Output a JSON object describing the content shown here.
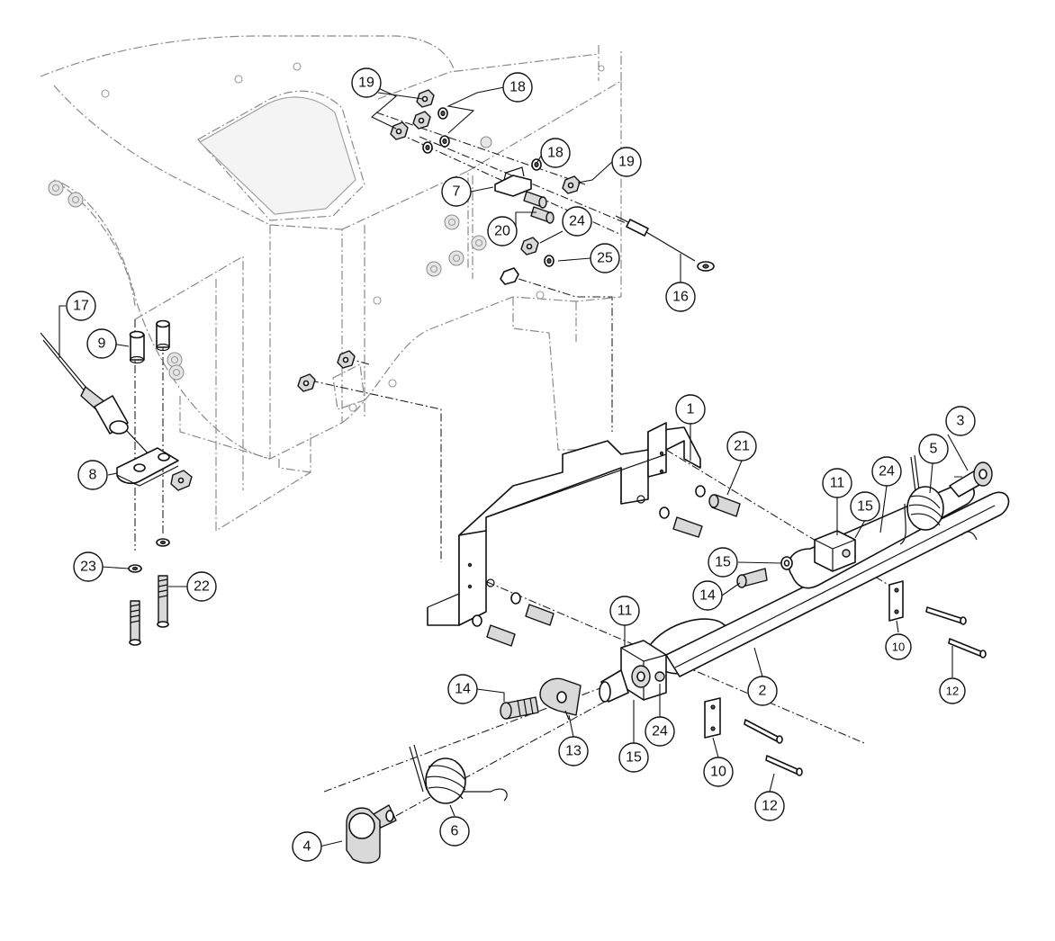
{
  "diagram": {
    "callouts": {
      "c1": "1",
      "c2": "2",
      "c3": "3",
      "c4": "4",
      "c5": "5",
      "c6": "6",
      "c7": "7",
      "c8": "8",
      "c9": "9",
      "c10a": "10",
      "c10b": "10",
      "c11a": "11",
      "c11b": "11",
      "c12a": "12",
      "c12b": "12",
      "c13": "13",
      "c14a": "14",
      "c14b": "14",
      "c15a": "15",
      "c15b": "15",
      "c15c": "15",
      "c16": "16",
      "c17": "17",
      "c18a": "18",
      "c18b": "18",
      "c19a": "19",
      "c19b": "19",
      "c20": "20",
      "c21": "21",
      "c22": "22",
      "c23": "23",
      "c24a": "24",
      "c24b": "24",
      "c24c": "24",
      "c25": "25"
    }
  }
}
